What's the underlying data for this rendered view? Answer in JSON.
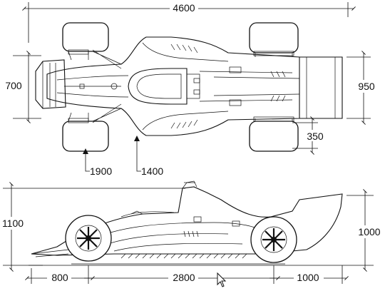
{
  "dimensions": {
    "overall_length": "4600",
    "front_track_width": "700",
    "rear_width": "950",
    "rear_overhang_top": "350",
    "front_wheel_axis": "1900",
    "sidepod_position": "1400",
    "overall_height": "1100",
    "rear_wing_height": "1000",
    "front_overhang": "800",
    "wheelbase": "2800",
    "rear_overhang": "1000"
  },
  "icons": {
    "cursor": "mouse-pointer-icon"
  }
}
